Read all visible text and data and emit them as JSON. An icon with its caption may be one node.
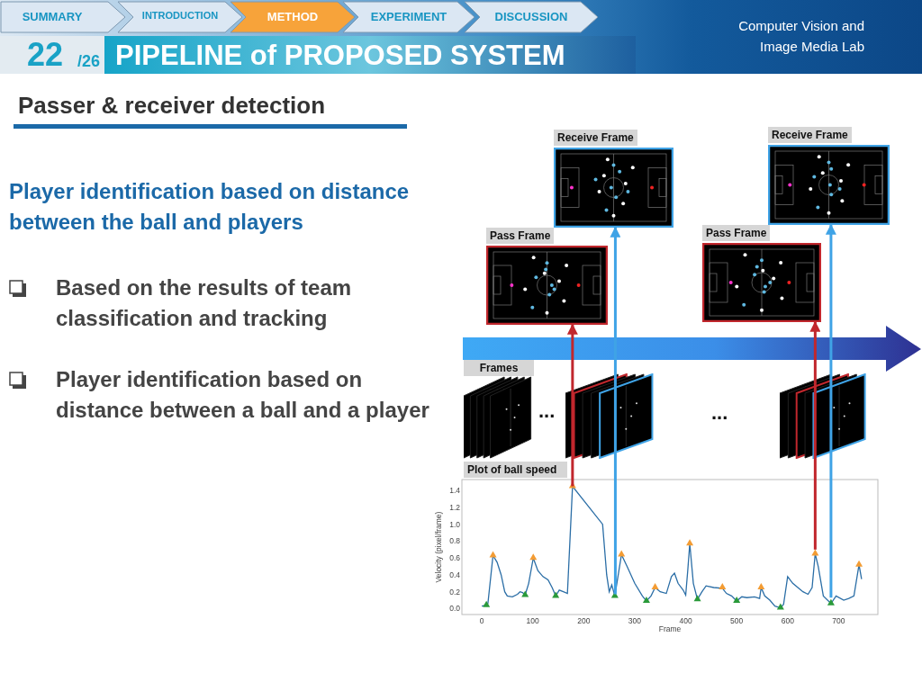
{
  "diagram": {
    "title": "PIPELINE of PROPOSED SYSTEM",
    "nodes": [
      {
        "text": [
          "SUMMARY"
        ]
      },
      {
        "text": [
          "INTRODUCTION"
        ]
      },
      {
        "text": [
          "METHOD"
        ]
      },
      {
        "text": [
          "EXPERIMENT"
        ]
      },
      {
        "text": [
          "DISCUSSION"
        ]
      },
      {
        "text": [
          "Receive Frame"
        ]
      },
      {
        "text": [
          "Receive Frame"
        ]
      },
      {
        "text": [
          "Pass Frame"
        ]
      },
      {
        "text": [
          "Pass Frame"
        ]
      },
      {
        "text": [
          "Frames"
        ]
      },
      {
        "text": [
          "Plot of ball speed"
        ]
      }
    ],
    "edges": [
      {
        "from": 10,
        "to": 7,
        "arrow": "to",
        "color": "#c1272d"
      },
      {
        "from": 10,
        "to": 5,
        "arrow": "to",
        "color": "#3fa3e6"
      },
      {
        "from": 10,
        "to": 8,
        "arrow": "to",
        "color": "#c1272d"
      },
      {
        "from": 10,
        "to": 6,
        "arrow": "to",
        "color": "#3fa3e6"
      }
    ],
    "labels": [
      "22",
      "/26",
      "Computer Vision and Image Media Lab",
      "Passer & receiver detection",
      "Player identification based on distance between the ball and players",
      "Based on the results of team classification and tracking",
      "Player identification based on distance between a ball and a player",
      "...",
      "..."
    ],
    "chart_data": {
      "type": "line",
      "xlabel": "Frame",
      "ylabel": "Velocity (pixel/frame)",
      "x": [
        0,
        9,
        12,
        22,
        30,
        38,
        45,
        50,
        60,
        70,
        75,
        80,
        85,
        92,
        101,
        110,
        120,
        130,
        138,
        145,
        152,
        160,
        168,
        178,
        237,
        245,
        250,
        255,
        261,
        265,
        274,
        285,
        300,
        315,
        323,
        332,
        340,
        350,
        362,
        372,
        378,
        385,
        395,
        400,
        404,
        408,
        415,
        423,
        432,
        440,
        455,
        472,
        480,
        490,
        500,
        510,
        520,
        535,
        545,
        548,
        555,
        565,
        575,
        586,
        592,
        600,
        610,
        620,
        630,
        640,
        648,
        654,
        660,
        670,
        685,
        695,
        710,
        720,
        730,
        740,
        745
      ],
      "series": [
        {
          "color": "#2b6ea6",
          "values": [
            0.03,
            0.04,
            0.06,
            0.63,
            0.55,
            0.4,
            0.2,
            0.15,
            0.14,
            0.17,
            0.2,
            0.19,
            0.16,
            0.3,
            0.6,
            0.45,
            0.38,
            0.34,
            0.25,
            0.15,
            0.22,
            0.2,
            0.18,
            1.45,
            1.0,
            0.4,
            0.2,
            0.28,
            0.15,
            0.3,
            0.64,
            0.5,
            0.3,
            0.15,
            0.09,
            0.15,
            0.25,
            0.2,
            0.18,
            0.38,
            0.42,
            0.3,
            0.22,
            0.16,
            0.45,
            0.77,
            0.3,
            0.11,
            0.2,
            0.27,
            0.25,
            0.24,
            0.18,
            0.15,
            0.09,
            0.14,
            0.13,
            0.14,
            0.12,
            0.25,
            0.15,
            0.1,
            0.03,
            0.01,
            0.05,
            0.38,
            0.3,
            0.25,
            0.2,
            0.17,
            0.25,
            0.65,
            0.5,
            0.15,
            0.06,
            0.15,
            0.1,
            0.12,
            0.15,
            0.52,
            0.35
          ]
        },
        {
          "color": "#f39c34",
          "type": "scatter",
          "values": [
            null,
            null,
            null,
            0.63,
            null,
            null,
            null,
            null,
            null,
            null,
            null,
            null,
            null,
            null,
            0.6,
            null,
            null,
            null,
            null,
            null,
            null,
            null,
            null,
            1.45,
            null,
            null,
            null,
            null,
            null,
            null,
            0.64,
            null,
            null,
            null,
            null,
            null,
            0.25,
            null,
            null,
            null,
            null,
            null,
            null,
            null,
            null,
            0.77,
            null,
            null,
            null,
            null,
            null,
            0.25,
            null,
            null,
            null,
            null,
            null,
            null,
            null,
            0.25,
            null,
            null,
            null,
            null,
            null,
            null,
            null,
            null,
            null,
            null,
            null,
            0.65,
            null,
            null,
            null,
            null,
            null,
            null,
            null,
            0.52,
            null
          ]
        },
        {
          "color": "#2a9a3a",
          "type": "scatter",
          "values": [
            null,
            0.04,
            null,
            null,
            null,
            null,
            null,
            null,
            null,
            null,
            null,
            null,
            0.16,
            null,
            null,
            null,
            null,
            null,
            null,
            0.15,
            null,
            null,
            null,
            null,
            null,
            null,
            null,
            null,
            0.15,
            null,
            null,
            null,
            null,
            null,
            0.09,
            null,
            null,
            null,
            null,
            null,
            null,
            null,
            null,
            null,
            null,
            null,
            null,
            0.11,
            null,
            null,
            null,
            null,
            null,
            null,
            0.09,
            null,
            null,
            null,
            null,
            null,
            null,
            null,
            null,
            0.01,
            null,
            null,
            null,
            null,
            null,
            null,
            null,
            null,
            null,
            null,
            0.06,
            null,
            null,
            null,
            null,
            null,
            null
          ]
        }
      ],
      "ylim": [
        -0.07,
        1.53
      ],
      "xticks": [
        0,
        100,
        200,
        300,
        400,
        500,
        600,
        700
      ],
      "yticks": [
        {
          "value": 0,
          "label": "0.0"
        },
        {
          "value": 0.2,
          "label": "0.2"
        },
        {
          "value": 0.4,
          "label": "0.4"
        },
        {
          "value": 0.6,
          "label": "0.6"
        },
        {
          "value": 0.8,
          "label": "0.8"
        },
        {
          "value": 1.0,
          "label": "1.0"
        },
        {
          "value": 1.2,
          "label": "1.2"
        },
        {
          "value": 1.4,
          "label": "1.4"
        }
      ],
      "xlim": [
        -39,
        777
      ]
    }
  }
}
